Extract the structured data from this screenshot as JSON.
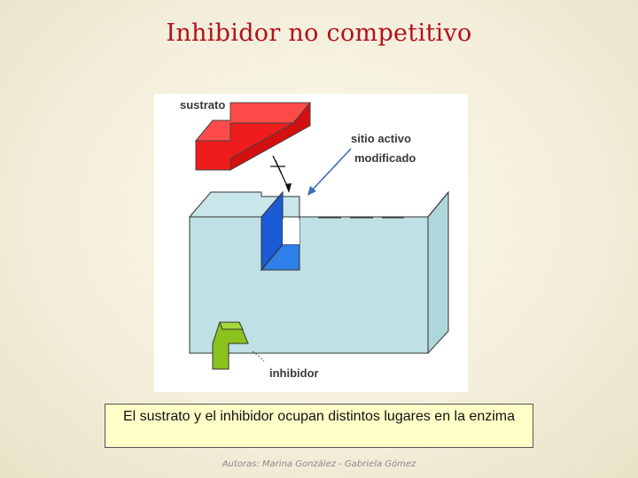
{
  "slide": {
    "title": "Inhibidor no competitivo",
    "caption": "El sustrato y el inhibidor ocupan distintos lugares en la enzima",
    "footer": "Autoras: Marina González - Gabriela Gómez"
  },
  "diagram": {
    "labels": {
      "sustrato": "sustrato",
      "sitio_activo_line1": "sitio activo",
      "sitio_activo_line2": "modificado",
      "inhibidor": "inhibidor"
    },
    "colors": {
      "substrate": "#ee1c1c",
      "enzyme": "#bfe0e4",
      "active_site": "#1560d0",
      "inhibitor": "#8cc21e",
      "arrow": "#3a6fb5"
    }
  }
}
